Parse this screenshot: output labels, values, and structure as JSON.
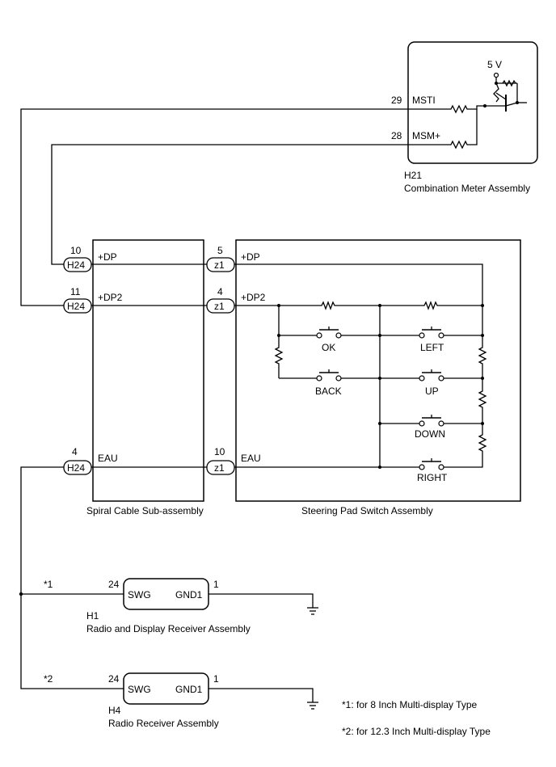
{
  "meter": {
    "code": "H21",
    "name": "Combination Meter Assembly",
    "supply": "5 V",
    "pins": [
      {
        "num": "29",
        "label": "MSTI"
      },
      {
        "num": "28",
        "label": "MSM+"
      }
    ]
  },
  "spiral": {
    "name": "Spiral Cable Sub-assembly",
    "connector": "H24",
    "pins": [
      {
        "num": "10",
        "label": "+DP"
      },
      {
        "num": "11",
        "label": "+DP2"
      },
      {
        "num": "4",
        "label": "EAU"
      }
    ]
  },
  "steering": {
    "name": "Steering Pad Switch Assembly",
    "connector": "z1",
    "pins": [
      {
        "num": "5",
        "label": "+DP"
      },
      {
        "num": "4",
        "label": "+DP2"
      },
      {
        "num": "10",
        "label": "EAU"
      }
    ],
    "switches": [
      "OK",
      "LEFT",
      "BACK",
      "UP",
      "DOWN",
      "RIGHT"
    ]
  },
  "radio_display": {
    "code": "H1",
    "name": "Radio and Display Receiver Assembly",
    "mark": "*1",
    "pin_in": {
      "num": "24",
      "label": "SWG"
    },
    "pin_out": {
      "num": "1",
      "label": "GND1"
    }
  },
  "radio": {
    "code": "H4",
    "name": "Radio Receiver Assembly",
    "mark": "*2",
    "pin_in": {
      "num": "24",
      "label": "SWG"
    },
    "pin_out": {
      "num": "1",
      "label": "GND1"
    }
  },
  "notes": [
    "*1: for 8 Inch Multi-display Type",
    "*2: for 12.3 Inch Multi-display Type"
  ]
}
